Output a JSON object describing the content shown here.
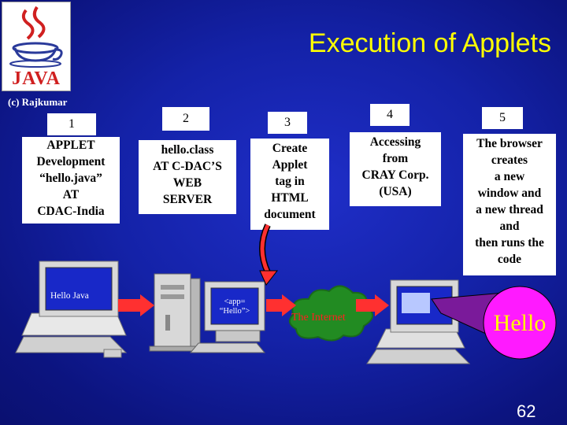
{
  "title": "Execution of Applets",
  "logo_text": "JAVA",
  "credit": "(c) Rajkumar",
  "steps": [
    {
      "num": "1",
      "lines": [
        "APPLET",
        "Development",
        "“hello.java”",
        "AT",
        "CDAC-India"
      ]
    },
    {
      "num": "2",
      "lines": [
        "hello.class",
        "AT C-DAC’S",
        "WEB",
        "SERVER"
      ]
    },
    {
      "num": "3",
      "lines": [
        "Create",
        "Applet",
        "tag in",
        "HTML",
        "document"
      ]
    },
    {
      "num": "4",
      "lines": [
        "Accessing",
        "from",
        "CRAY Corp.",
        "(USA)"
      ]
    },
    {
      "num": "5",
      "lines": [
        "The browser",
        "creates",
        "a new",
        "window and",
        "a  new thread",
        "and",
        "then runs the",
        "code"
      ]
    }
  ],
  "screen1_text": "Hello Java",
  "applet_tag": [
    "<app=",
    "“Hello”>"
  ],
  "internet_label": "The Internet",
  "hello_output": "Hello",
  "page_number": "62",
  "colors": {
    "background": "#1422a8",
    "title": "#ffff00",
    "arrow": "#ff3030",
    "hello_fill": "#ff1aff"
  }
}
